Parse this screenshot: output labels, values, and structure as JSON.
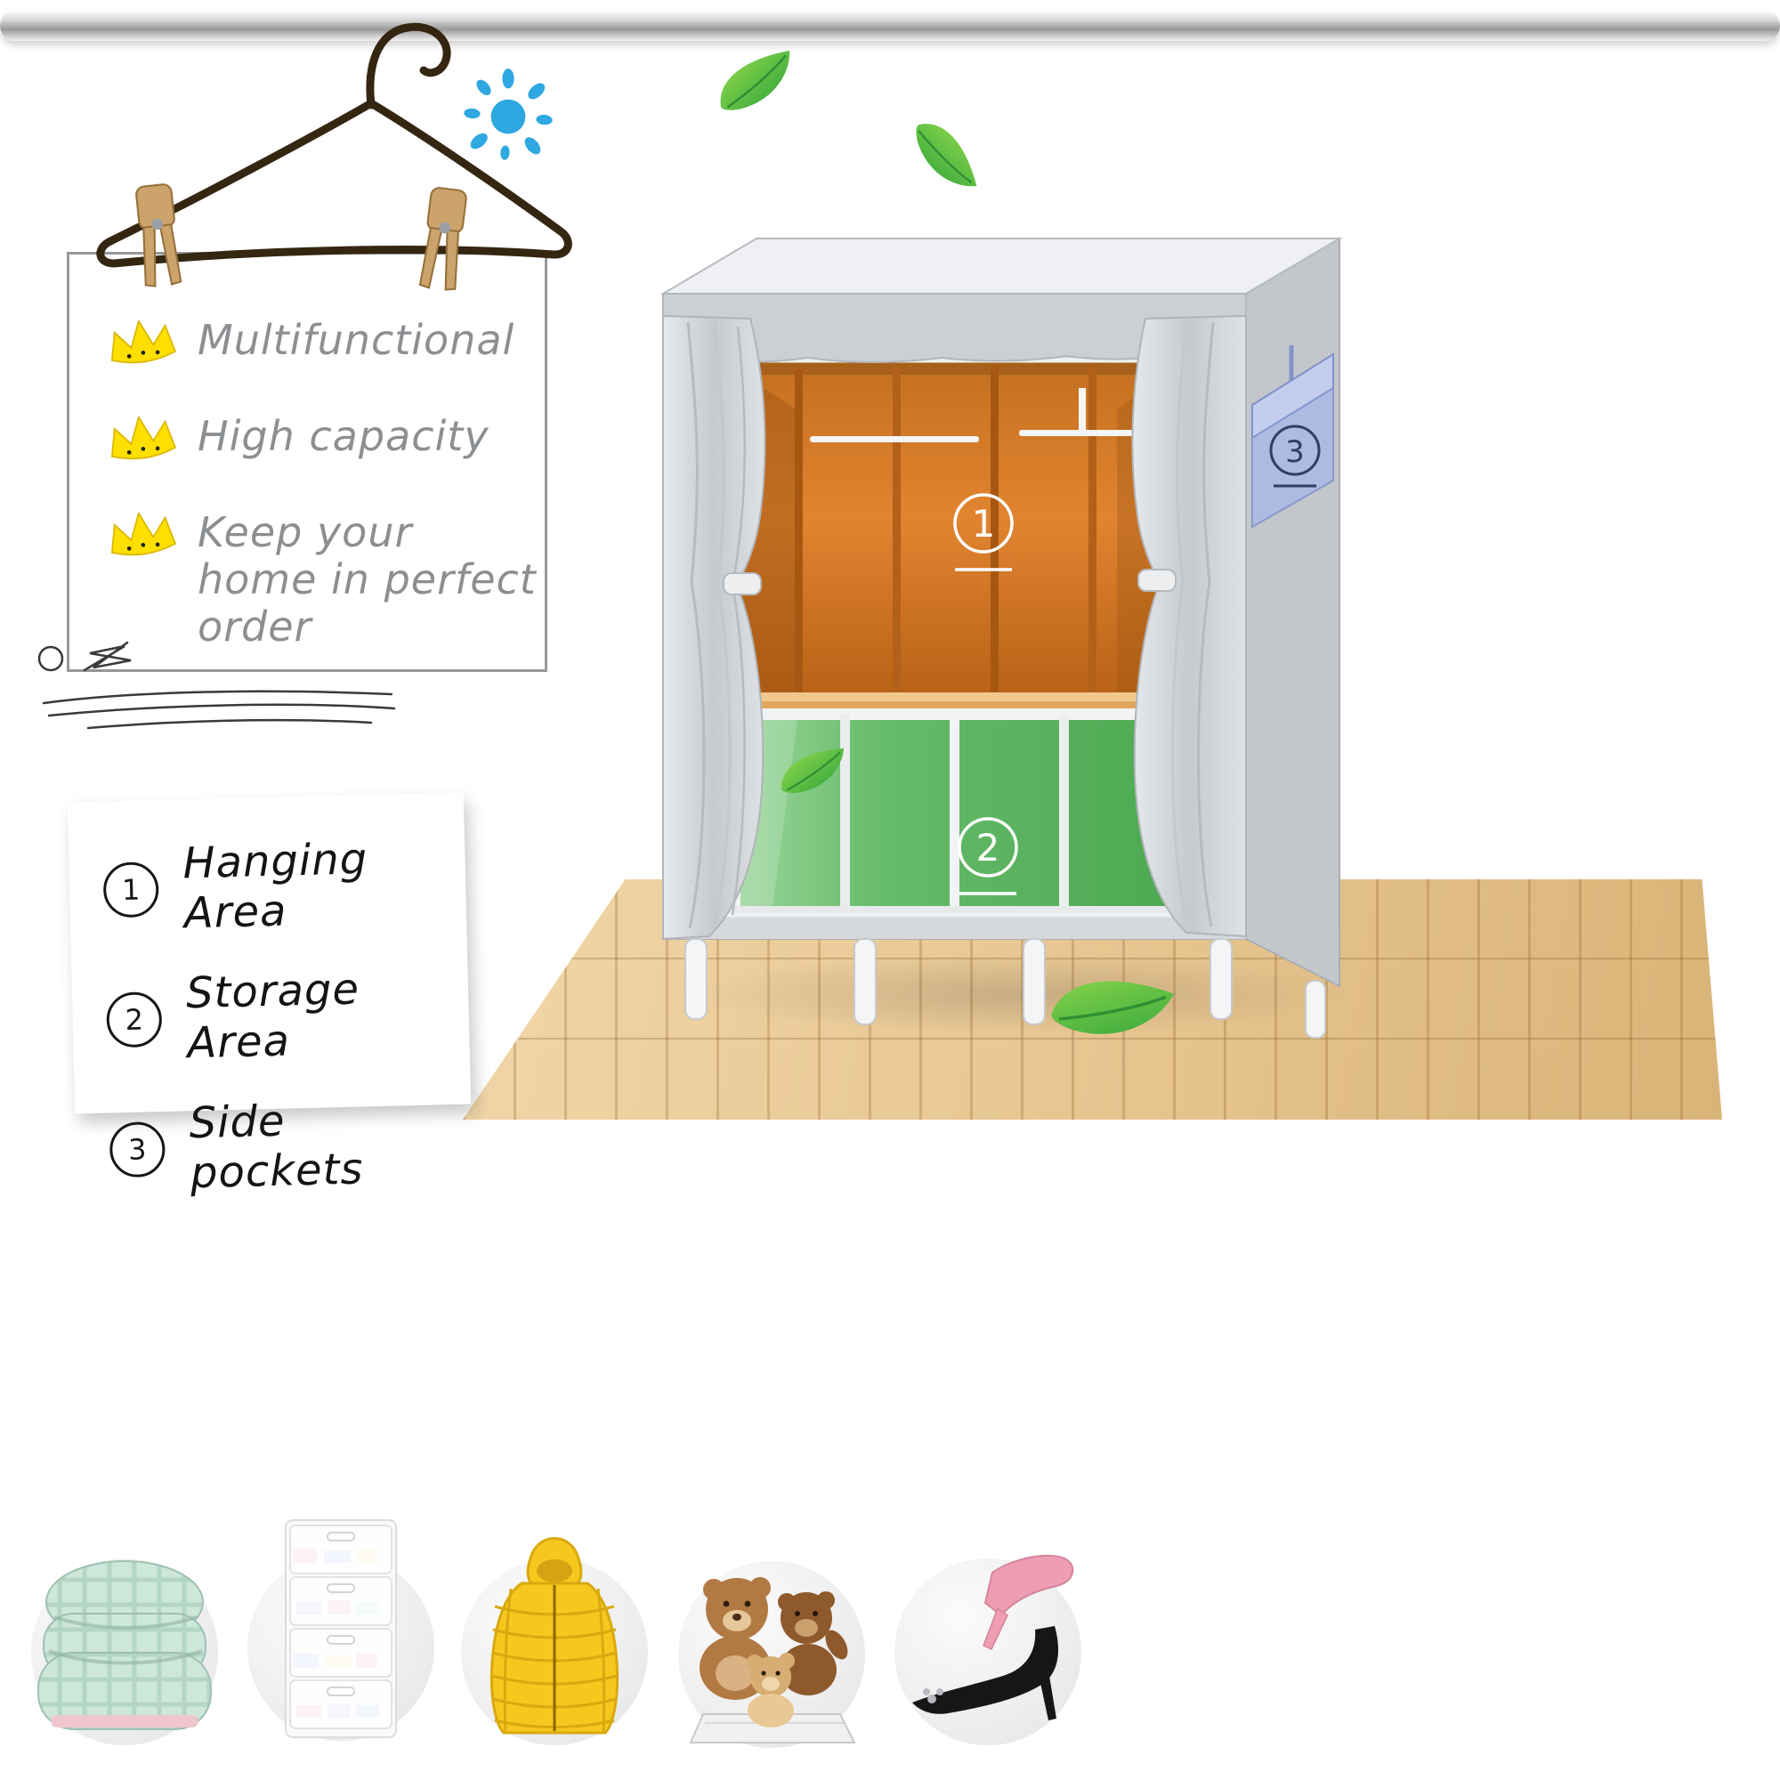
{
  "features": {
    "items": [
      {
        "icon": "crown-icon",
        "label": "Multifunctional"
      },
      {
        "icon": "crown-icon",
        "label": "High capacity"
      },
      {
        "icon": "crown-icon",
        "label": "Keep your home in perfect order"
      }
    ]
  },
  "legend": {
    "items": [
      {
        "num": "1",
        "label": "Hanging Area"
      },
      {
        "num": "2",
        "label": "Storage Area"
      },
      {
        "num": "3",
        "label": "Side pockets"
      }
    ]
  },
  "wardrobe": {
    "areas": [
      {
        "num": "1",
        "name": "hanging-area"
      },
      {
        "num": "2",
        "name": "storage-area"
      },
      {
        "num": "3",
        "name": "side-pocket"
      }
    ]
  },
  "decor_icons": [
    "hanger-icon",
    "clothespin-icon",
    "sun-icon",
    "leaf-icon",
    "scribble-icon"
  ],
  "products": [
    {
      "name": "folded-comforter"
    },
    {
      "name": "storage-drawer-box"
    },
    {
      "name": "yellow-down-jacket"
    },
    {
      "name": "teddy-bears"
    },
    {
      "name": "high-heel-shoes"
    }
  ],
  "colors": {
    "crown": "#ffdf00",
    "sun": "#2fa8e1",
    "hanging_area": "#d97f2e",
    "storage_area": "#4caf50",
    "side_pocket": "#aab9e6",
    "leaf": "#3fae3f",
    "floor_wood": "#e8c893",
    "rod": "#c0c0c0"
  }
}
